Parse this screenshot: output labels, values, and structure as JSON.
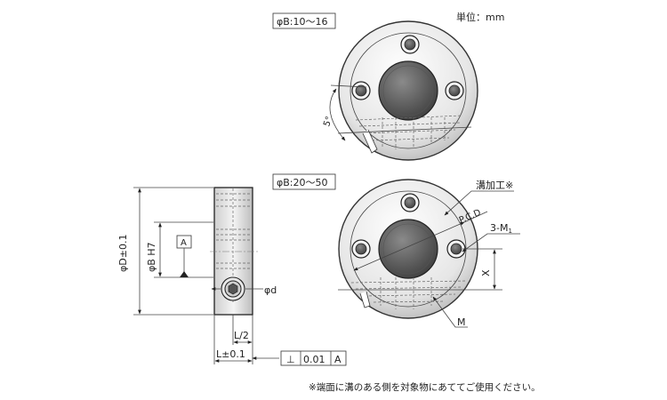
{
  "unit_label": "単位：mm",
  "views": {
    "small_range_label": "φB:10〜16",
    "large_range_label": "φB:20〜50"
  },
  "angle_label": "5°",
  "callouts": {
    "groove": "溝加工※",
    "pcd": "P.C.D",
    "tap": "3-M",
    "tap_sub": "1",
    "x": "X",
    "m": "M"
  },
  "side_view": {
    "od_label": "φD±0.1",
    "bore_label": "φB H7",
    "datum": "A",
    "screw_label": "φd",
    "half_length": "L/2",
    "length": "L±0.1"
  },
  "tolerance_frame": {
    "symbol": "⊥",
    "value": "0.01",
    "datum": "A"
  },
  "footnote": "※端面に溝のある側を対象物にあててご使用ください。"
}
